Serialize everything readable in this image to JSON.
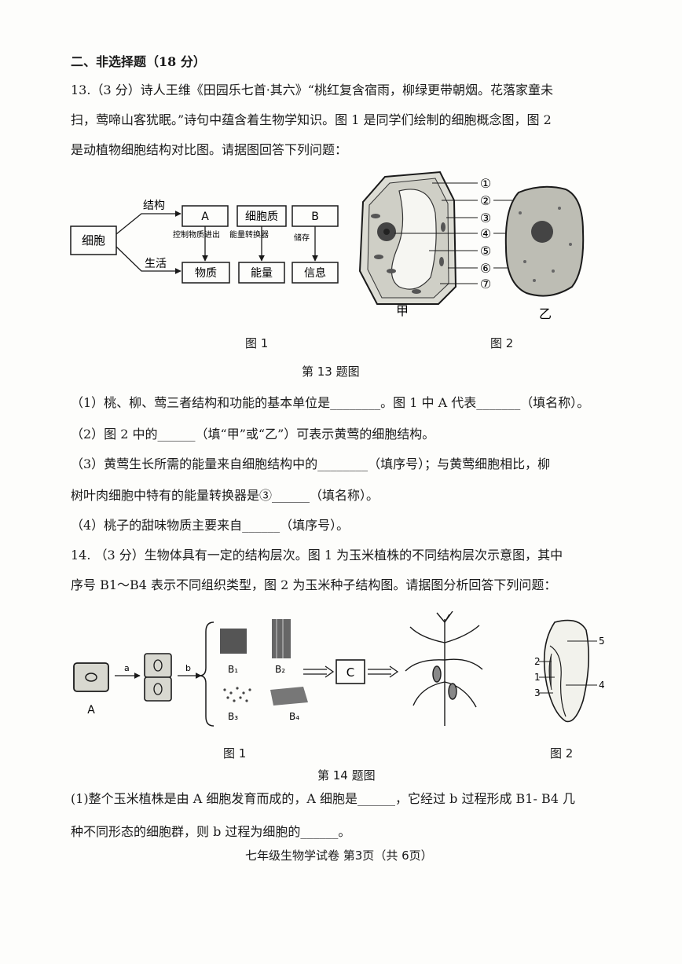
{
  "section_title": "二、非选择题（18 分）",
  "q13": {
    "lines": [
      "13.（3 分）诗人王维《田园乐七首·其六》“桃红复含宿雨，柳绿更带朝烟。花落家童未",
      "扫，莺啼山客犹眠。”诗句中蕴含着生物学知识。图 1 是同学们绘制的细胞概念图，图 2",
      "是动植物细胞结构对比图。请据图回答下列问题："
    ],
    "concept_map": {
      "root": "细胞",
      "branch_top": "结构",
      "branch_bottom": "生活",
      "boxes_top": [
        "A",
        "细胞质",
        "B"
      ],
      "boxes_bottom": [
        "物质",
        "能量",
        "信息"
      ],
      "arrow_labels": [
        "控制物质进出",
        "能量转换器",
        "储存"
      ]
    },
    "cell_labels": [
      "①",
      "②",
      "③",
      "④",
      "⑤",
      "⑥",
      "⑦"
    ],
    "cell_names": [
      "甲",
      "乙"
    ],
    "fig1_caption": "图 1",
    "fig2_caption": "图 2",
    "figure_title": "第 13 题图",
    "questions": [
      "（1）桃、柳、莺三者结构和功能的基本单位是________。图 1 中 A 代表_______（填名称）。",
      "（2）图 2 中的______（填“甲”或“乙”）可表示黄莺的细胞结构。",
      "（3）黄莺生长所需的能量来自细胞结构中的________（填序号）；与黄莺细胞相比，柳",
      "树叶肉细胞中特有的能量转换器是③______（填名称）。",
      "（4）桃子的甜味物质主要来自______（填序号）。"
    ]
  },
  "q14": {
    "lines": [
      "14. （3 分）生物体具有一定的结构层次。图 1 为玉米植株的不同结构层次示意图，其中",
      "序号 B1～B4 表示不同组织类型，图 2 为玉米种子结构图。请据图分析回答下列问题："
    ],
    "fig_labels": {
      "cell": "A",
      "arrow_a": "a",
      "arrow_b": "b",
      "tissues": [
        "B₁",
        "B₂",
        "B₃",
        "B₄"
      ],
      "organ": "C",
      "seed_parts": [
        "1",
        "2",
        "3",
        "4",
        "5"
      ]
    },
    "fig1_caption": "图 1",
    "fig2_caption": "图 2",
    "figure_title": "第 14 题图",
    "questions": [
      "(1)整个玉米植株是由 A 细胞发育而成的，A 细胞是______，它经过 b 过程形成 B1- B4 几",
      "种不同形态的细胞群，则 b 过程为细胞的______。"
    ]
  },
  "footer": "七年级生物学试卷  第3页（共 6页）"
}
